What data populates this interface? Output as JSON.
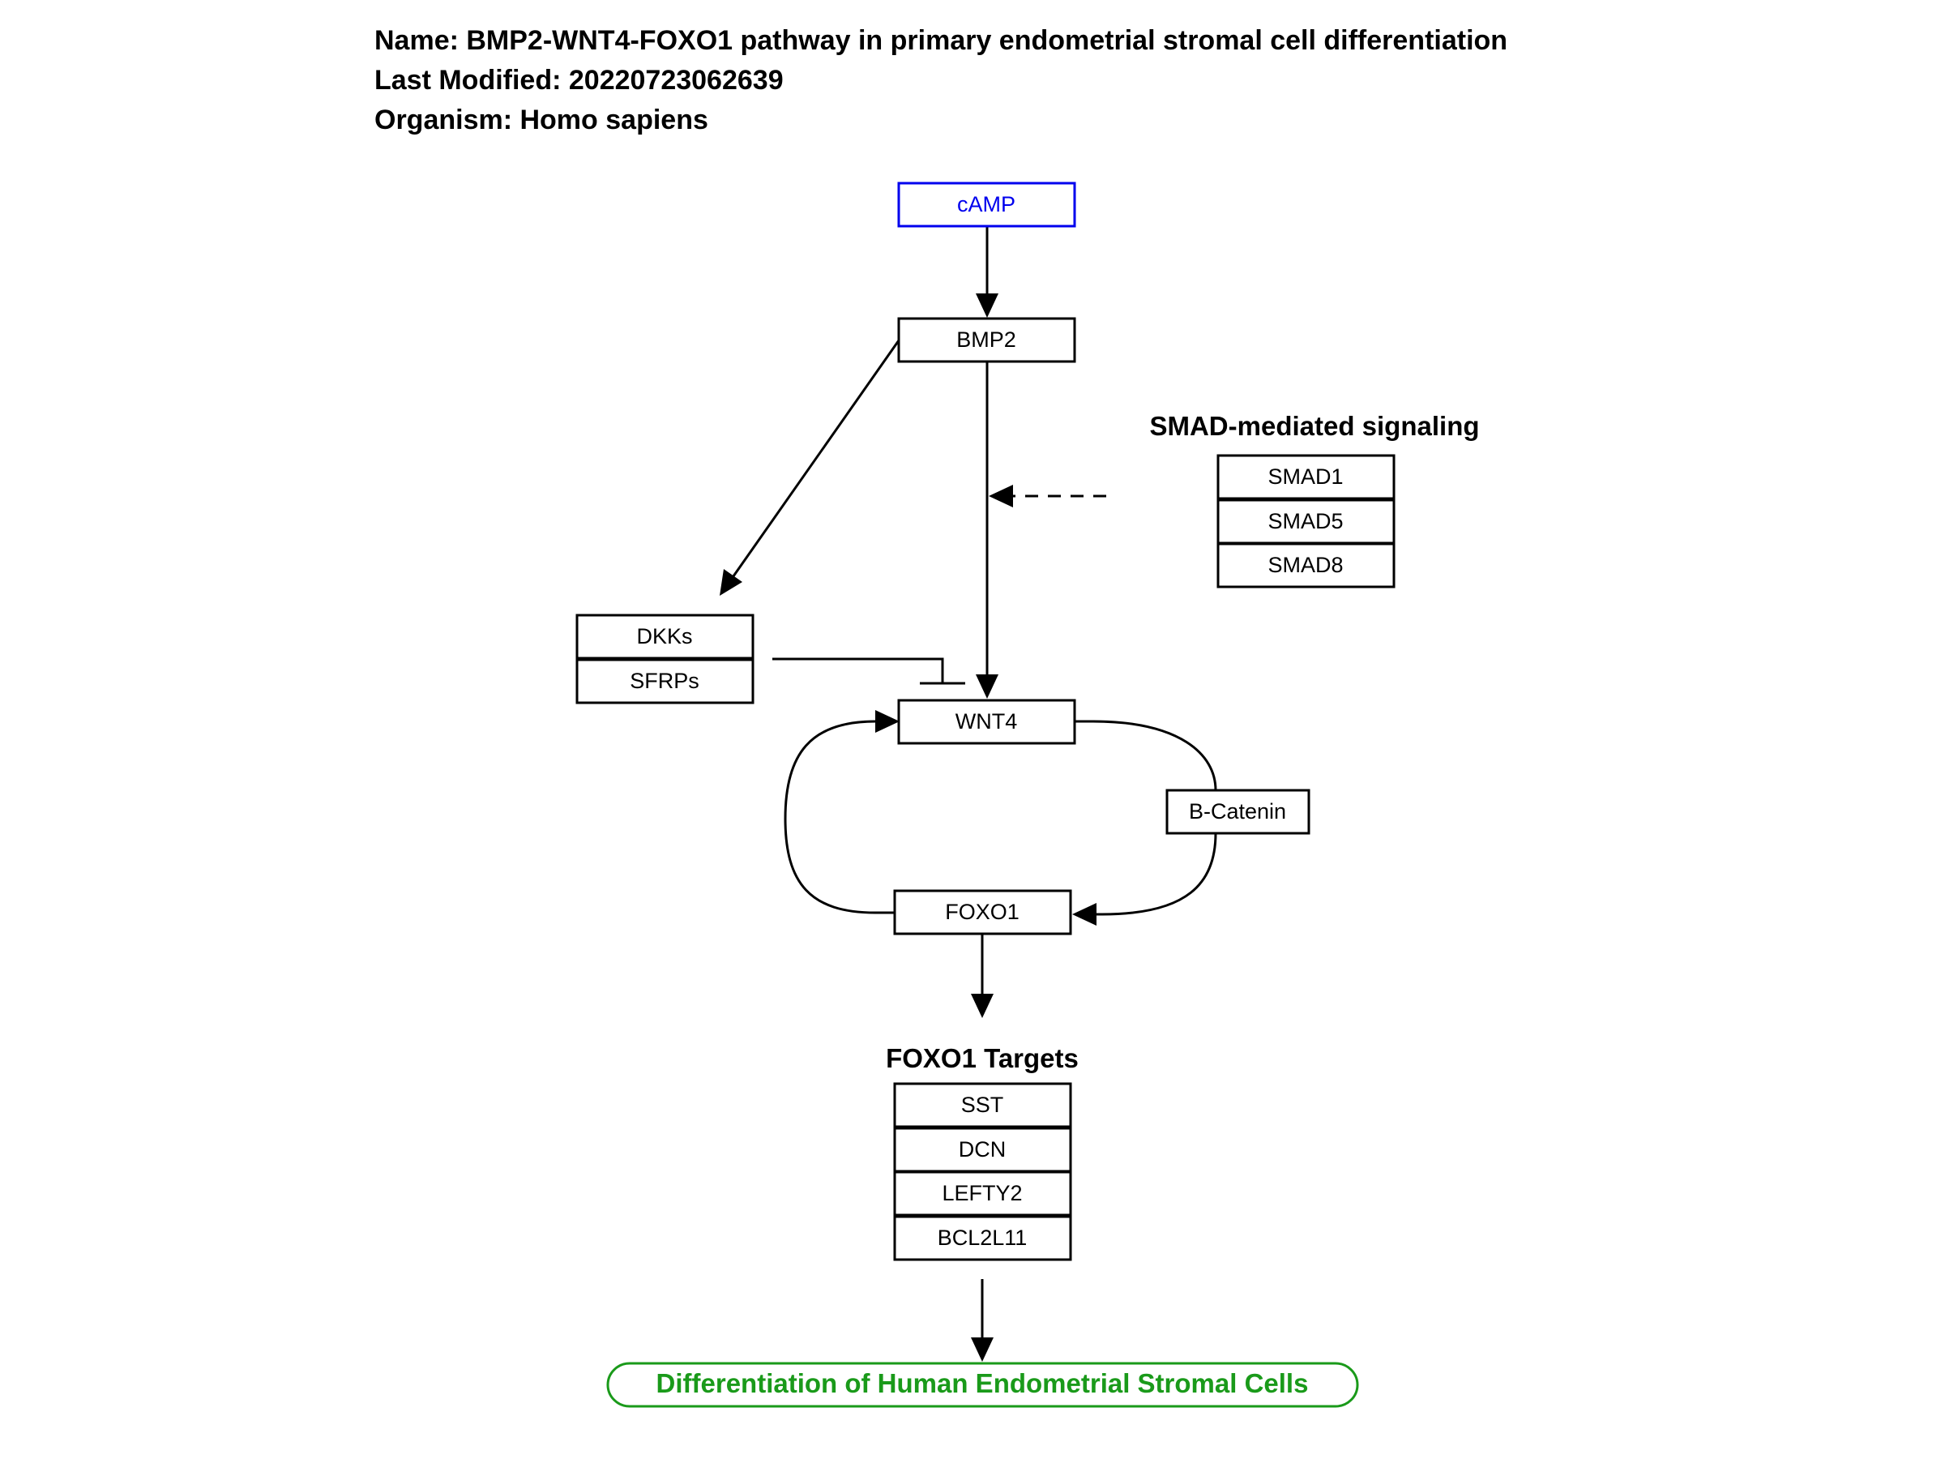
{
  "header": {
    "name": "Name: BMP2-WNT4-FOXO1 pathway in primary endometrial stromal cell differentiation",
    "last_modified": "Last Modified: 20220723062639",
    "organism": "Organism: Homo sapiens"
  },
  "nodes": {
    "camp": "cAMP",
    "bmp2": "BMP2",
    "dkks": "DKKs",
    "sfrps": "SFRPs",
    "wnt4": "WNT4",
    "b_catenin": "B-Catenin",
    "foxo1": "FOXO1",
    "smad1": "SMAD1",
    "smad5": "SMAD5",
    "smad8": "SMAD8",
    "sst": "SST",
    "dcn": "DCN",
    "lefty2": "LEFTY2",
    "bcl2l11": "BCL2L11"
  },
  "groups": {
    "smad": "SMAD-mediated signaling",
    "foxo1_targets": "FOXO1 Targets"
  },
  "outcome": {
    "label": "Differentiation of Human Endometrial Stromal Cells"
  },
  "colors": {
    "metabolite": "#0000ee",
    "outcome": "#1a9a1a",
    "node_border": "#000000"
  }
}
